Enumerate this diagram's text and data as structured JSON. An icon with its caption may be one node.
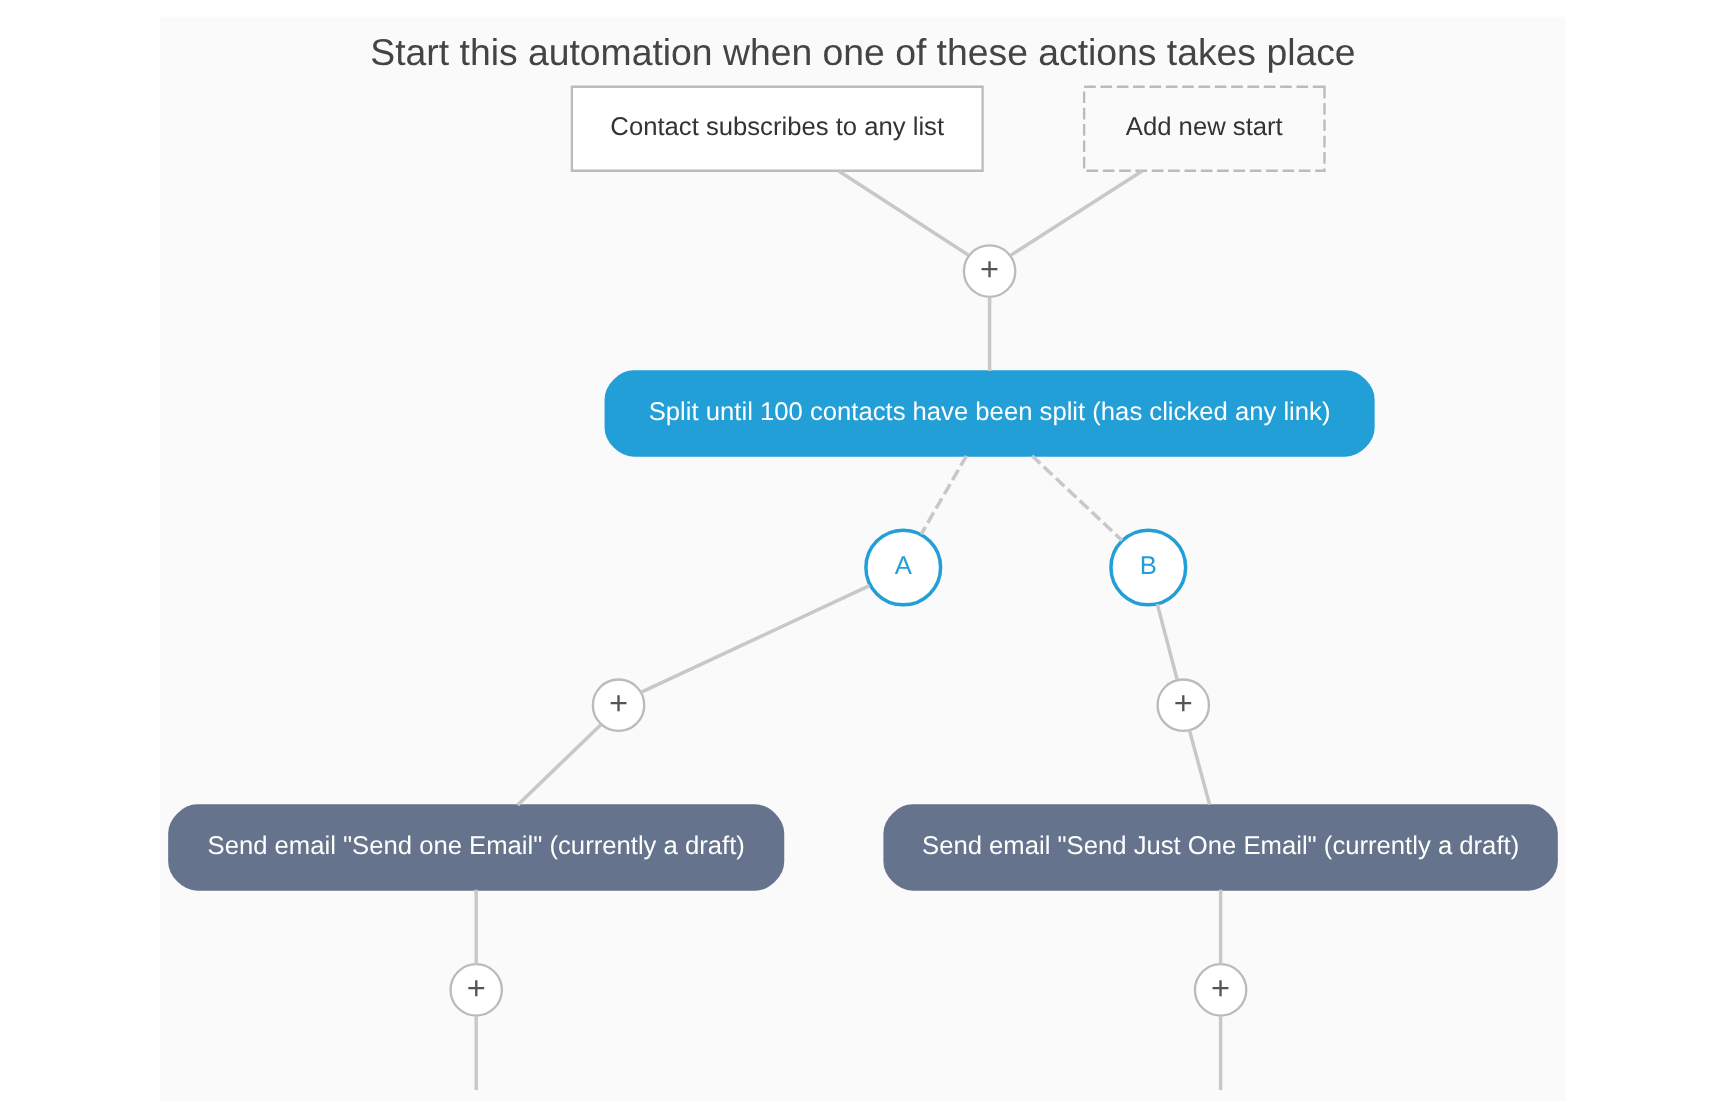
{
  "diagram": {
    "title": "Start this automation when one of these actions takes place",
    "nodes": [
      {
        "text": [
          "Contact subscribes to any list"
        ]
      },
      {
        "text": [
          "Add new start"
        ]
      },
      {
        "text": [
          "+"
        ]
      },
      {
        "text": [
          "Split until 100 contacts have been split (has clicked any link)"
        ]
      },
      {
        "text": [
          "A"
        ]
      },
      {
        "text": [
          "B"
        ]
      },
      {
        "text": [
          "+"
        ]
      },
      {
        "text": [
          "+"
        ]
      },
      {
        "text": [
          "Send email \"Send one Email\" (currently a draft)"
        ]
      },
      {
        "text": [
          "Send email \"Send Just One Email\" (currently a draft)"
        ]
      },
      {
        "text": [
          "+"
        ]
      },
      {
        "text": [
          "+"
        ]
      }
    ],
    "edges": [
      {
        "from": 0,
        "to": 2,
        "arrow": "none"
      },
      {
        "from": 1,
        "to": 2,
        "arrow": "none"
      },
      {
        "from": 2,
        "to": 3,
        "arrow": "none"
      },
      {
        "from": 3,
        "to": 4,
        "arrow": "none",
        "style": "dashed"
      },
      {
        "from": 3,
        "to": 5,
        "arrow": "none",
        "style": "dashed"
      },
      {
        "from": 4,
        "to": 6,
        "arrow": "none"
      },
      {
        "from": 5,
        "to": 7,
        "arrow": "none"
      },
      {
        "from": 6,
        "to": 8,
        "arrow": "none"
      },
      {
        "from": 7,
        "to": 9,
        "arrow": "none"
      },
      {
        "from": 8,
        "to": 10,
        "arrow": "none"
      },
      {
        "from": 9,
        "to": 11,
        "arrow": "none"
      },
      {
        "from": 10,
        "to": null,
        "arrow": "none"
      },
      {
        "from": 11,
        "to": null,
        "arrow": "none"
      }
    ]
  }
}
